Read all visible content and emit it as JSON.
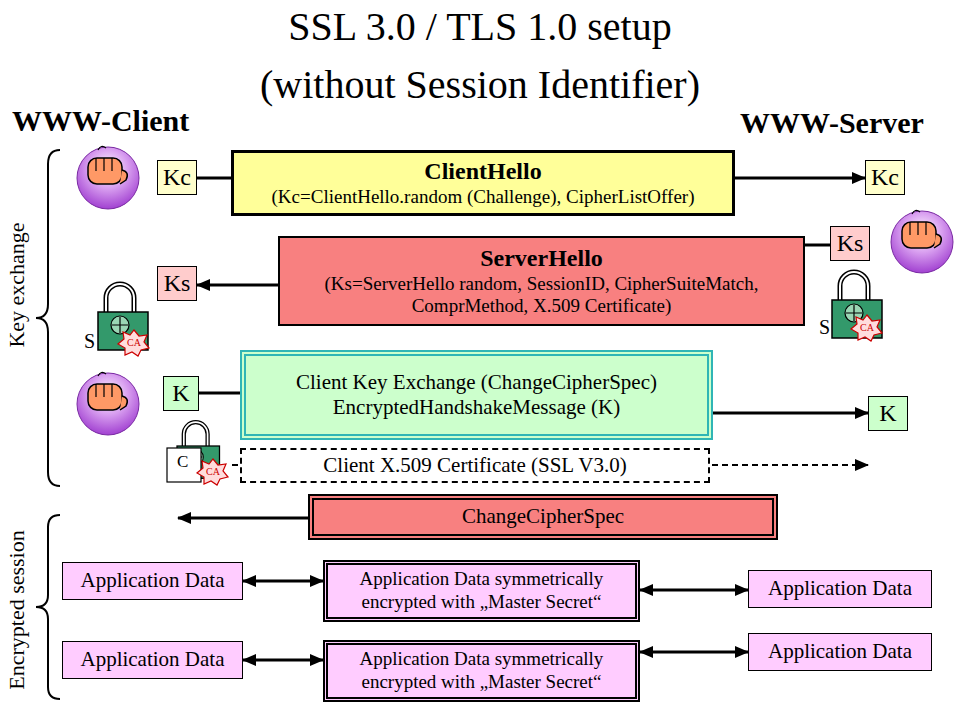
{
  "diagram": {
    "title": "SSL 3.0 / TLS 1.0 setup (without Session Identifier)",
    "nodes": [
      {
        "text": [
          "Kc"
        ]
      },
      {
        "text": [
          "ClientHello",
          "(Kc=ClientHello.random (Challenge), CipherListOffer)"
        ]
      },
      {
        "text": [
          "Kc"
        ]
      },
      {
        "text": [
          "Ks"
        ]
      },
      {
        "text": [
          "ServerHello",
          "(Ks=ServerHello random, SessionID, CipherSuiteMatch, ComprMethod, X.509 Certificate)"
        ]
      },
      {
        "text": [
          "Ks"
        ]
      },
      {
        "text": [
          "K"
        ]
      },
      {
        "text": [
          "Client Key Exchange (ChangeCipherSpec) EncryptedHandshakeMessage (K)"
        ]
      },
      {
        "text": [
          "K"
        ]
      },
      {
        "text": [
          "Client X.509 Certificate (SSL V3.0)"
        ]
      },
      {
        "text": [
          "ChangeCipherSpec"
        ]
      },
      {
        "text": [
          "Application Data"
        ]
      },
      {
        "text": [
          "Application Data symmetrically encrypted with „Master Secret“"
        ]
      },
      {
        "text": [
          "Application Data"
        ]
      },
      {
        "text": [
          "Application Data"
        ]
      },
      {
        "text": [
          "Application Data symmetrically encrypted with „Master Secret“"
        ]
      },
      {
        "text": [
          "Application Data"
        ]
      }
    ],
    "edges": [
      {
        "from": 0,
        "to": 1,
        "arrow": "none"
      },
      {
        "from": 1,
        "to": 2,
        "arrow": "to"
      },
      {
        "from": 3,
        "to": 4,
        "arrow": "none"
      },
      {
        "from": 4,
        "to": 5,
        "arrow": "to"
      },
      {
        "from": 6,
        "to": 7,
        "arrow": "none"
      },
      {
        "from": 7,
        "to": 8,
        "arrow": "to"
      },
      {
        "from": 11,
        "to": 12,
        "arrow": "both"
      },
      {
        "from": 12,
        "to": 13,
        "arrow": "both"
      },
      {
        "from": 14,
        "to": 15,
        "arrow": "both"
      },
      {
        "from": 15,
        "to": 16,
        "arrow": "both"
      }
    ],
    "labels": [
      "WWW-Client",
      "WWW-Server",
      "Key exchange",
      "S",
      "CA",
      "S",
      "CA",
      "C",
      "CA",
      "Encrypted session"
    ]
  }
}
